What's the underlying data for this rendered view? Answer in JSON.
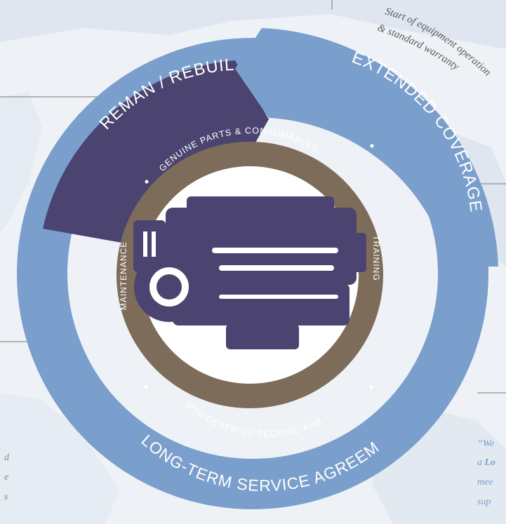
{
  "colors": {
    "map_land": "#dfe6ef",
    "map_sea": "#eef2f7",
    "outer_ring": "#7b9fcc",
    "reman_arrow": "#4b4470",
    "inner_ring": "#7d6c5a",
    "inner_fill": "#ffffff",
    "engine": "#4b4470",
    "rule_lines": "#8f8f8f",
    "note_text": "#8a8a8a",
    "quote_text": "#7b9fcc"
  },
  "outer_ring": {
    "reman_rebuild": "REMAN / REBUILD",
    "extended_coverage": "EXTENDED COVERAGE",
    "long_term_service": "LONG-TERM SERVICE AGREEMENT"
  },
  "inner_ring": {
    "top": "GENUINE PARTS & CONSUMABLES",
    "bottom": "MTU-CERTIFIED TECHNICIANS",
    "left": "MAINTENANCE",
    "right": "TRAINING"
  },
  "center_icon": "engine-icon",
  "annotation": {
    "line1": "Start of equipment operation",
    "line2": "& standard warranty"
  },
  "left_note": {
    "line1": "d",
    "line2": "e",
    "line3": "s"
  },
  "quote": {
    "line1_prefix": "“We",
    "line2_prefix": "a ",
    "line2_bold": "Lo",
    "line3": "mee",
    "line4": "sup"
  }
}
